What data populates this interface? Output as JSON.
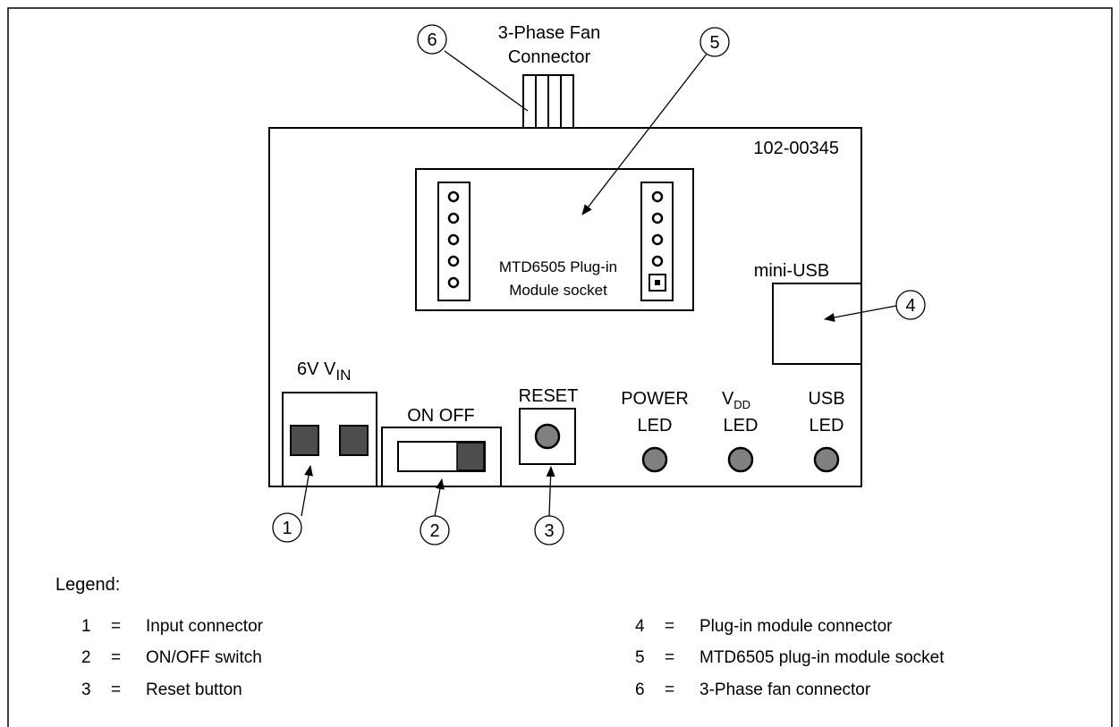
{
  "board": {
    "part_number": "102-00345",
    "fan_connector_label": [
      "3-Phase Fan",
      "Connector"
    ],
    "module_socket_label": [
      "MTD6505 Plug-in",
      "Module socket"
    ],
    "usb_label": "mini-USB",
    "vin_label": {
      "prefix": "6V V",
      "subscript": "IN"
    },
    "switch_label": "ON OFF",
    "reset_label": "RESET",
    "power_led_label": [
      "POWER",
      "LED"
    ],
    "vdd_led_label": {
      "prefix": "V",
      "subscript": "DD",
      "second_line": "LED"
    },
    "usb_led_label": [
      "USB",
      "LED"
    ]
  },
  "callouts": [
    "1",
    "2",
    "3",
    "4",
    "5",
    "6"
  ],
  "legend": {
    "title": "Legend:",
    "left_items": [
      {
        "num": "1",
        "eq": "=",
        "text": "Input connector"
      },
      {
        "num": "2",
        "eq": "=",
        "text": "ON/OFF switch"
      },
      {
        "num": "3",
        "eq": "=",
        "text": "Reset button"
      }
    ],
    "right_items": [
      {
        "num": "4",
        "eq": "=",
        "text": "Plug-in module connector"
      },
      {
        "num": "5",
        "eq": "=",
        "text": "MTD6505 plug-in module socket"
      },
      {
        "num": "6",
        "eq": "=",
        "text": "3-Phase fan connector"
      }
    ]
  },
  "colors": {
    "outline": "#000000",
    "component_fill": "#4d4d4d",
    "led_fill": "#808080",
    "background": "#ffffff"
  }
}
